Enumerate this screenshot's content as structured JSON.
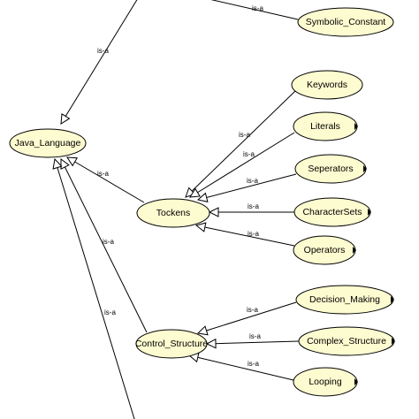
{
  "colors": {
    "node_fill": "#fdfbd0",
    "node_stroke": "#000000",
    "edge": "#000000",
    "arrow_fill": "#ffffff"
  },
  "nodes": {
    "java_language": {
      "label": "Java_Language",
      "expandable": false
    },
    "symbolic_constant": {
      "label": "Symbolic_Constant",
      "expandable": false
    },
    "keywords": {
      "label": "Keywords",
      "expandable": false
    },
    "literals": {
      "label": "Literals",
      "expandable": true
    },
    "tockens": {
      "label": "Tockens",
      "expandable": false
    },
    "seperators": {
      "label": "Seperators",
      "expandable": true
    },
    "charactersets": {
      "label": "CharacterSets",
      "expandable": true
    },
    "operators": {
      "label": "Operators",
      "expandable": true
    },
    "control_structure": {
      "label": "Control_Structure",
      "expandable": false
    },
    "decision_making": {
      "label": "Decision_Making",
      "expandable": true
    },
    "complex_structure": {
      "label": "Complex_Structure",
      "expandable": true
    },
    "looping": {
      "label": "Looping",
      "expandable": true
    }
  },
  "edges": [
    {
      "id": "edge-unnamed-java",
      "from": "offscreen-top",
      "to": "java_language",
      "label": "is-a"
    },
    {
      "id": "edge-symbolic-offscreen",
      "from": "symbolic_constant",
      "to": "offscreen-top",
      "label": "is-a"
    },
    {
      "id": "edge-tockens-java",
      "from": "tockens",
      "to": "java_language",
      "label": "is-a"
    },
    {
      "id": "edge-control-java",
      "from": "control_structure",
      "to": "java_language",
      "label": "is-a"
    },
    {
      "id": "edge-offscreen-java",
      "from": "offscreen-bottom",
      "to": "java_language",
      "label": "is-a"
    },
    {
      "id": "edge-keywords-tockens",
      "from": "keywords",
      "to": "tockens",
      "label": "is-a"
    },
    {
      "id": "edge-literals-tockens",
      "from": "literals",
      "to": "tockens",
      "label": "is-a"
    },
    {
      "id": "edge-seperators-tockens",
      "from": "seperators",
      "to": "tockens",
      "label": "is-a"
    },
    {
      "id": "edge-charactersets-tockens",
      "from": "charactersets",
      "to": "tockens",
      "label": "is-a"
    },
    {
      "id": "edge-operators-tockens",
      "from": "operators",
      "to": "tockens",
      "label": "is-a"
    },
    {
      "id": "edge-decision-control",
      "from": "decision_making",
      "to": "control_structure",
      "label": "is-a"
    },
    {
      "id": "edge-complex-control",
      "from": "complex_structure",
      "to": "control_structure",
      "label": "is-a"
    },
    {
      "id": "edge-looping-control",
      "from": "looping",
      "to": "control_structure",
      "label": "is-a"
    }
  ]
}
